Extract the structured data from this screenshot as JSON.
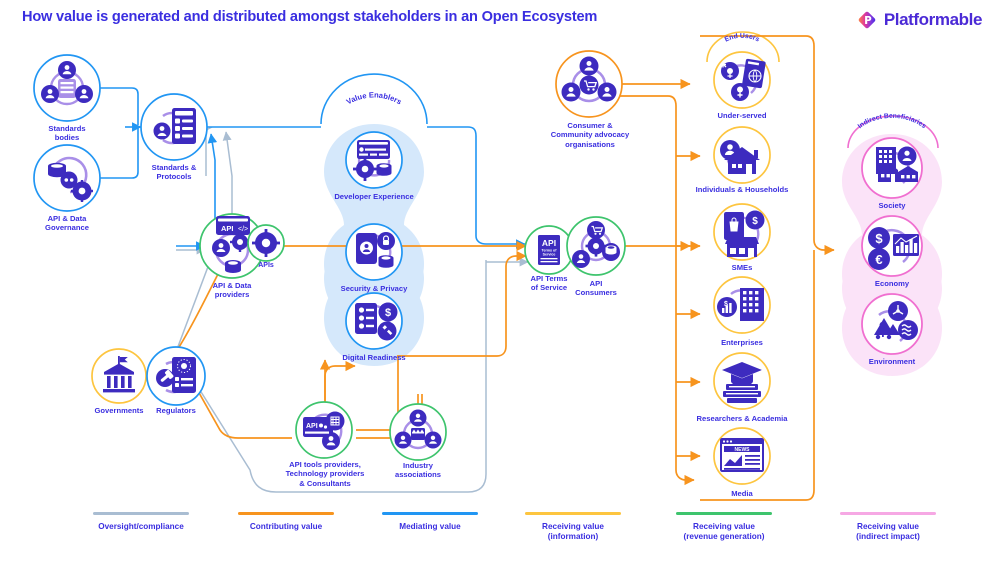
{
  "header": {
    "title": "How value is generated and distributed amongst stakeholders in an Open Ecosystem",
    "logo_text": "Platformable",
    "logo_icon": "platformable-diamond-icon",
    "title_color": "#3a2ee0"
  },
  "colors": {
    "blue": "#2196f3",
    "orange": "#f7941e",
    "green": "#3ec46d",
    "yellow": "#fdc53f",
    "pink": "#f06fd0",
    "grey": "#a9bdd2",
    "purple_icon": "#3d2bbf",
    "lilac": "#a98fe8",
    "enabler_band": "#d5e8fb",
    "beneficiary_band": "#fbe3f8",
    "label_text": "#3a2ee0"
  },
  "groups": {
    "value_enablers": {
      "label": "Value Enablers",
      "band_color": "#d5e8fb",
      "ring_color": "#2196f3"
    },
    "end_users": {
      "label": "End Users",
      "ring_color": "#fdc53f"
    },
    "indirect_beneficiaries": {
      "label": "Indirect Beneficiaries",
      "band_color": "#fbe3f8",
      "ring_color": "#f06fd0"
    }
  },
  "nodes": {
    "standards_bodies": {
      "label": "Standards\nbodies",
      "ring": "#2196f3",
      "icon": "people-network-list-icon"
    },
    "api_data_governance": {
      "label": "API & Data\nGovernance",
      "ring": "#2196f3",
      "icon": "database-gear-nodes-icon"
    },
    "standards_protocols": {
      "label": "Standards &\nProtocols",
      "ring": "#2196f3",
      "icon": "server-checklist-icon"
    },
    "api_data_providers": {
      "label": "API & Data\nproviders",
      "ring": "#3ec46d",
      "icon": "api-code-window-people-icon"
    },
    "apis": {
      "label": "APIs",
      "ring": "#3ec46d",
      "icon": "gear-icon"
    },
    "governments": {
      "label": "Governments",
      "ring": "#fdc53f",
      "icon": "government-building-icon"
    },
    "regulators": {
      "label": "Regulators",
      "ring": "#2196f3",
      "icon": "gavel-document-icon"
    },
    "developer_experience": {
      "label": "Developer Experience",
      "ring": "#2196f3",
      "icon": "browser-gear-database-icon"
    },
    "security_privacy": {
      "label": "Security & Privacy",
      "ring": "#2196f3",
      "icon": "phone-lock-database-icon"
    },
    "digital_readiness": {
      "label": "Digital Readiness",
      "ring": "#2196f3",
      "icon": "checklist-dollar-tools-icon"
    },
    "api_tools_providers": {
      "label": "API tools providers,\nTechnology providers\n& Consultants",
      "ring": "#3ec46d",
      "icon": "api-card-chip-person-icon"
    },
    "industry_associations": {
      "label": "Industry\nassociations",
      "ring": "#3ec46d",
      "icon": "people-factory-icon"
    },
    "consumer_advocacy": {
      "label": "Consumer &\nCommunity advocacy\norganisations",
      "ring": "#f7941e",
      "icon": "people-cart-network-icon"
    },
    "api_terms_of_service": {
      "label": "API Terms\nof Service",
      "ring": "#3ec46d",
      "icon": "api-terms-document-icon"
    },
    "api_consumers": {
      "label": "API\nConsumers",
      "ring": "#3ec46d",
      "icon": "cart-person-database-network-icon"
    },
    "under_served": {
      "label": "Under-served",
      "ring": "#fdc53f",
      "icon": "passport-gender-symbols-icon"
    },
    "individuals_households": {
      "label": "Individuals & Households",
      "ring": "#fdc53f",
      "icon": "person-house-icon"
    },
    "smes": {
      "label": "SMEs",
      "ring": "#fdc53f",
      "icon": "shop-dollar-mobile-icon"
    },
    "enterprises": {
      "label": "Enterprises",
      "ring": "#fdc53f",
      "icon": "office-tower-chart-icon"
    },
    "researchers_academia": {
      "label": "Researchers & Academia",
      "ring": "#fdc53f",
      "icon": "graduation-books-icon"
    },
    "media": {
      "label": "Media",
      "ring": "#fdc53f",
      "icon": "news-browser-icon"
    },
    "society": {
      "label": "Society",
      "ring": "#f06fd0",
      "icon": "buildings-people-icon"
    },
    "economy": {
      "label": "Economy",
      "ring": "#f06fd0",
      "icon": "dollar-euro-chart-icon"
    },
    "environment": {
      "label": "Environment",
      "ring": "#f06fd0",
      "icon": "wind-solar-water-icon"
    }
  },
  "legend": [
    {
      "text": "Oversight/compliance",
      "color": "#a9bdd2"
    },
    {
      "text": "Contributing value",
      "color": "#f7941e"
    },
    {
      "text": "Mediating value",
      "color": "#2196f3"
    },
    {
      "text": "Receiving value\n(information)",
      "color": "#fdc53f"
    },
    {
      "text": "Receiving value\n(revenue generation)",
      "color": "#3ec46d"
    },
    {
      "text": "Receiving value\n(indirect impact)",
      "color": "#f06fd0"
    }
  ]
}
